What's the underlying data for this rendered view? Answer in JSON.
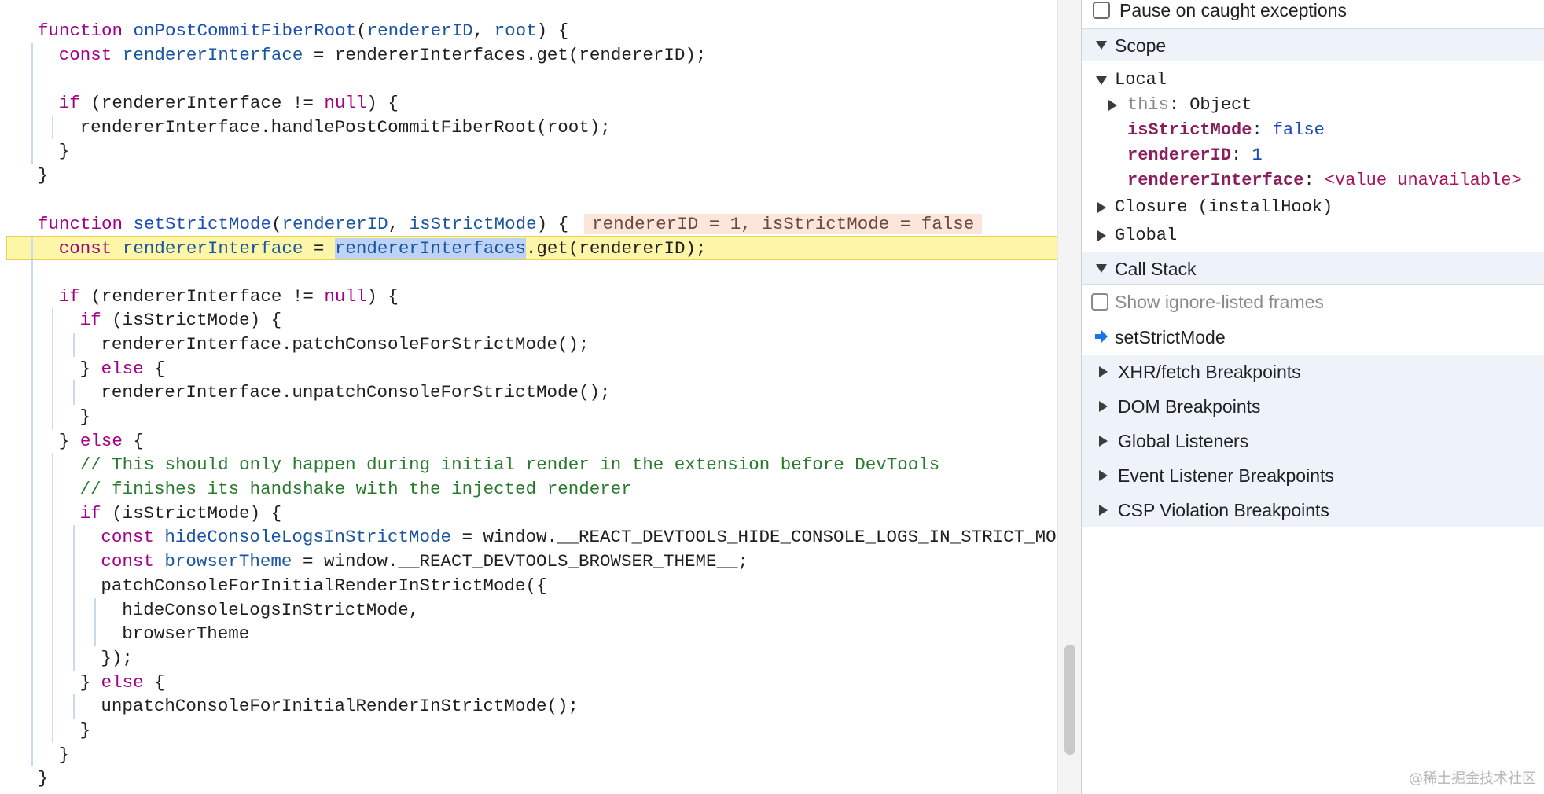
{
  "editor": {
    "lines": [
      [
        {
          "t": "function ",
          "c": "kw"
        },
        {
          "t": "onPostCommitFiberRoot",
          "c": "fn"
        },
        {
          "t": "(",
          "c": "pl"
        },
        {
          "t": "rendererID",
          "c": "id"
        },
        {
          "t": ", ",
          "c": "pl"
        },
        {
          "t": "root",
          "c": "id"
        },
        {
          "t": ") {",
          "c": "pl"
        }
      ],
      [
        {
          "t": "const ",
          "c": "kw"
        },
        {
          "t": "rendererInterface",
          "c": "id"
        },
        {
          "t": " = rendererInterfaces.get(rendererID);",
          "c": "pl"
        }
      ],
      [],
      [
        {
          "t": "if ",
          "c": "kw"
        },
        {
          "t": "(rendererInterface != ",
          "c": "pl"
        },
        {
          "t": "null",
          "c": "kw"
        },
        {
          "t": ") {",
          "c": "pl"
        }
      ],
      [
        {
          "t": "rendererInterface.handlePostCommitFiberRoot(root);",
          "c": "pl"
        }
      ],
      [
        {
          "t": "}",
          "c": "pl"
        }
      ],
      [
        {
          "t": "}",
          "c": "pl"
        }
      ],
      [],
      [
        {
          "t": "function ",
          "c": "kw"
        },
        {
          "t": "setStrictMode",
          "c": "fn"
        },
        {
          "t": "(",
          "c": "pl"
        },
        {
          "t": "rendererID",
          "c": "id"
        },
        {
          "t": ", ",
          "c": "pl"
        },
        {
          "t": "isStrictMode",
          "c": "id"
        },
        {
          "t": ") {",
          "c": "pl"
        }
      ],
      [
        {
          "t": "const ",
          "c": "kw"
        },
        {
          "t": "rendererInterface",
          "c": "id"
        },
        {
          "t": " = ",
          "c": "pl"
        },
        {
          "t": "rendererInterfaces",
          "c": "sel"
        },
        {
          "t": ".get(rendererID);",
          "c": "pl"
        }
      ],
      [],
      [
        {
          "t": "if ",
          "c": "kw"
        },
        {
          "t": "(rendererInterface != ",
          "c": "pl"
        },
        {
          "t": "null",
          "c": "kw"
        },
        {
          "t": ") {",
          "c": "pl"
        }
      ],
      [
        {
          "t": "if ",
          "c": "kw"
        },
        {
          "t": "(isStrictMode) {",
          "c": "pl"
        }
      ],
      [
        {
          "t": "rendererInterface.patchConsoleForStrictMode();",
          "c": "pl"
        }
      ],
      [
        {
          "t": "} ",
          "c": "pl"
        },
        {
          "t": "else",
          "c": "kw"
        },
        {
          "t": " {",
          "c": "pl"
        }
      ],
      [
        {
          "t": "rendererInterface.unpatchConsoleForStrictMode();",
          "c": "pl"
        }
      ],
      [
        {
          "t": "}",
          "c": "pl"
        }
      ],
      [
        {
          "t": "} ",
          "c": "pl"
        },
        {
          "t": "else",
          "c": "kw"
        },
        {
          "t": " {",
          "c": "pl"
        }
      ],
      [
        {
          "t": "// This should only happen during initial render in the extension before DevTools",
          "c": "cm"
        }
      ],
      [
        {
          "t": "// finishes its handshake with the injected renderer",
          "c": "cm"
        }
      ],
      [
        {
          "t": "if ",
          "c": "kw"
        },
        {
          "t": "(isStrictMode) {",
          "c": "pl"
        }
      ],
      [
        {
          "t": "const ",
          "c": "kw"
        },
        {
          "t": "hideConsoleLogsInStrictMode",
          "c": "id"
        },
        {
          "t": " = window.__REACT_DEVTOOLS_HIDE_CONSOLE_LOGS_IN_STRICT_MODE__",
          "c": "pl"
        }
      ],
      [
        {
          "t": "const ",
          "c": "kw"
        },
        {
          "t": "browserTheme",
          "c": "id"
        },
        {
          "t": " = window.__REACT_DEVTOOLS_BROWSER_THEME__;",
          "c": "pl"
        }
      ],
      [
        {
          "t": "patchConsoleForInitialRenderInStrictMode({",
          "c": "pl"
        }
      ],
      [
        {
          "t": "hideConsoleLogsInStrictMode,",
          "c": "pl"
        }
      ],
      [
        {
          "t": "browserTheme",
          "c": "pl"
        }
      ],
      [
        {
          "t": "});",
          "c": "pl"
        }
      ],
      [
        {
          "t": "} ",
          "c": "pl"
        },
        {
          "t": "else",
          "c": "kw"
        },
        {
          "t": " {",
          "c": "pl"
        }
      ],
      [
        {
          "t": "unpatchConsoleForInitialRenderInStrictMode();",
          "c": "pl"
        }
      ],
      [
        {
          "t": "}",
          "c": "pl"
        }
      ],
      [
        {
          "t": "}",
          "c": "pl"
        }
      ],
      [
        {
          "t": "}",
          "c": "pl"
        }
      ]
    ],
    "inline_value": "rendererID = 1, isStrictMode = false"
  },
  "sidebar": {
    "pause_on_caught": "Pause on caught exceptions",
    "scope_header": "Scope",
    "scope_local": "Local",
    "this_key": "this",
    "this_value": "Object",
    "vars": [
      {
        "key": "isStrictMode",
        "value": "false",
        "kind": "bool"
      },
      {
        "key": "rendererID",
        "value": "1",
        "kind": "num"
      },
      {
        "key": "rendererInterface",
        "value": "<value unavailable>",
        "kind": "na"
      }
    ],
    "closure": "Closure (installHook)",
    "global": "Global",
    "call_stack_header": "Call Stack",
    "show_ignore_listed": "Show ignore-listed frames",
    "frames": [
      "setStrictMode"
    ],
    "breakpoints": [
      "XHR/fetch Breakpoints",
      "DOM Breakpoints",
      "Global Listeners",
      "Event Listener Breakpoints",
      "CSP Violation Breakpoints"
    ]
  },
  "colors": {
    "current_line": "#fdf6a9",
    "keyword": "#a40087",
    "identifier": "#1a55a0",
    "comment": "#287a2c",
    "section_bg": "#eef2f9"
  },
  "watermark": "@稀土掘金技术社区"
}
